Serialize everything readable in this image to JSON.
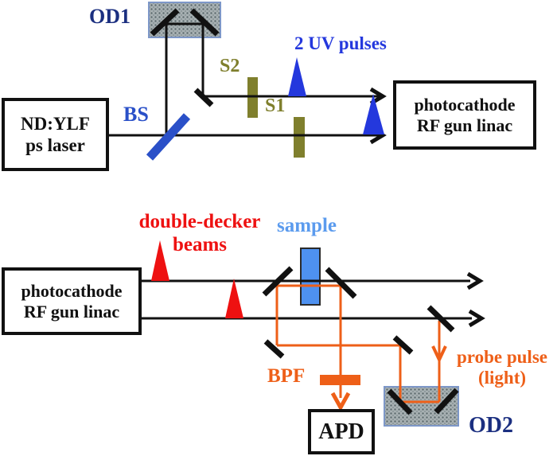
{
  "colors": {
    "beam_black": "#111111",
    "navy_label": "#1b2f80",
    "bs_blue": "#2a50c8",
    "uv_blue": "#2438dd",
    "olive": "#7f7f2d",
    "red": "#ee1111",
    "orange": "#ee5f18",
    "sample_fill": "#4e91f0",
    "sample_label": "#5b9bee",
    "hatch_gray": "#a9b2b4",
    "hatch_border": "#7d97c8"
  },
  "top_section": {
    "laser_box": {
      "line1": "ND:YLF",
      "line2": "ps laser"
    },
    "od1_label": "OD1",
    "bs_label": "BS",
    "s2_label": "S2",
    "s1_label": "S1",
    "uv_pulses_label": "2 UV pulses",
    "gun_box": {
      "line1": "photocathode",
      "line2": "RF gun linac"
    }
  },
  "bottom_section": {
    "gun_box": {
      "line1": "photocathode",
      "line2": "RF gun linac"
    },
    "double_decker_label": {
      "line1": "double-decker",
      "line2": "beams"
    },
    "sample_label": "sample",
    "bpf_label": "BPF",
    "apd_label": "APD",
    "probe_pulse_label": {
      "line1": "probe pulse",
      "line2": "(light)"
    },
    "od2_label": "OD2"
  }
}
